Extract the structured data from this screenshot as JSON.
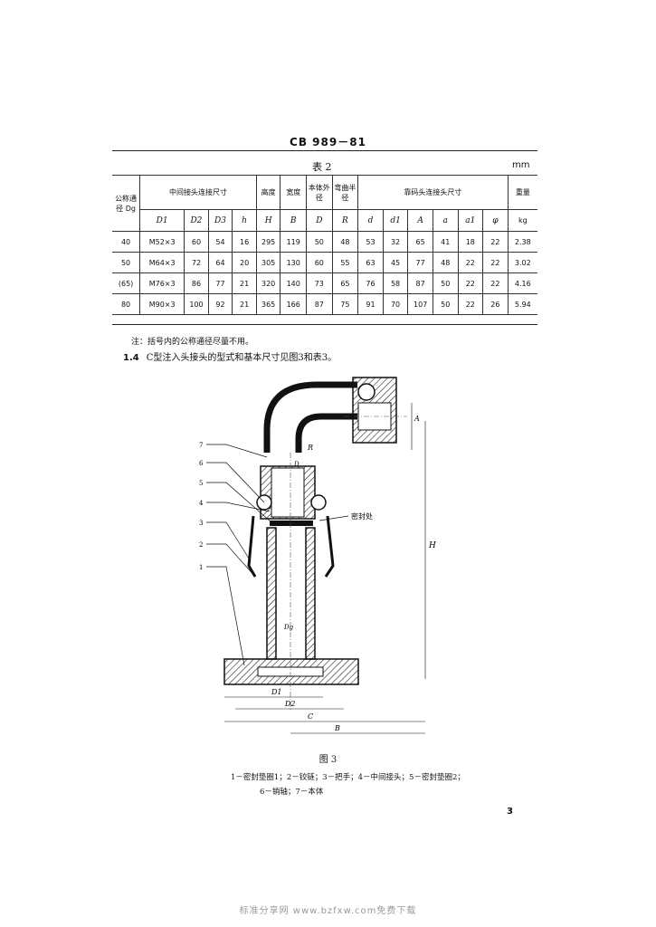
{
  "doc_code": "CB 989－81",
  "table": {
    "title": "表 2",
    "unit": "mm",
    "group_headers": {
      "nominal": "公称通径 Dg",
      "middle": "中间接头连接尺寸",
      "height": "高度",
      "width": "宽度",
      "body_od": "本体外径",
      "bend_r": "弯曲半径",
      "wharf_connector": "靠码头连接头尺寸",
      "weight": "重量"
    },
    "sub_headers": {
      "nominal": "",
      "middle": [
        "D1",
        "D2",
        "D3",
        "h"
      ],
      "height": "H",
      "width": "B",
      "body_od": "D",
      "bend_r": "R",
      "wharf_connector": [
        "d",
        "d1",
        "A",
        "a",
        "a1",
        "φ"
      ],
      "weight": "kg"
    },
    "rows": [
      [
        "40",
        "M52×3",
        "60",
        "54",
        "16",
        "295",
        "119",
        "50",
        "48",
        "53",
        "32",
        "65",
        "41",
        "18",
        "22",
        "2.38"
      ],
      [
        "50",
        "M64×3",
        "72",
        "64",
        "20",
        "305",
        "130",
        "60",
        "55",
        "63",
        "45",
        "77",
        "48",
        "22",
        "22",
        "3.02"
      ],
      [
        "(65)",
        "M76×3",
        "86",
        "77",
        "21",
        "320",
        "140",
        "73",
        "65",
        "76",
        "58",
        "87",
        "50",
        "22",
        "22",
        "4.16"
      ],
      [
        "80",
        "M90×3",
        "100",
        "92",
        "21",
        "365",
        "166",
        "87",
        "75",
        "91",
        "70",
        "107",
        "50",
        "22",
        "26",
        "5.94"
      ]
    ]
  },
  "note": "注：括号内的公称通径尽量不用。",
  "section": {
    "number": "1.4",
    "text": "C型注入头接头的型式和基本尺寸见图3和表3。"
  },
  "figure": {
    "caption": "图 3",
    "labels": {
      "seal_point": "密封处",
      "dim_H": "H",
      "dim_B": "B",
      "dim_C": "C",
      "dim_A": "A",
      "dim_D1": "D1",
      "dim_D2": "D2",
      "dim_Dg": "Dg",
      "dim_R": "R",
      "dim_D": "D",
      "part_numbers": [
        "7",
        "6",
        "5",
        "4",
        "3",
        "2",
        "1"
      ]
    },
    "legend_line1": "1－密封垫圈1；2－铰链；3－把手；4－中间接头；5－密封垫圈2；",
    "legend_line2": "6－销轴；7－本体"
  },
  "page_number": "3",
  "footer": "标准分享网 www.bzfxw.com免费下载"
}
